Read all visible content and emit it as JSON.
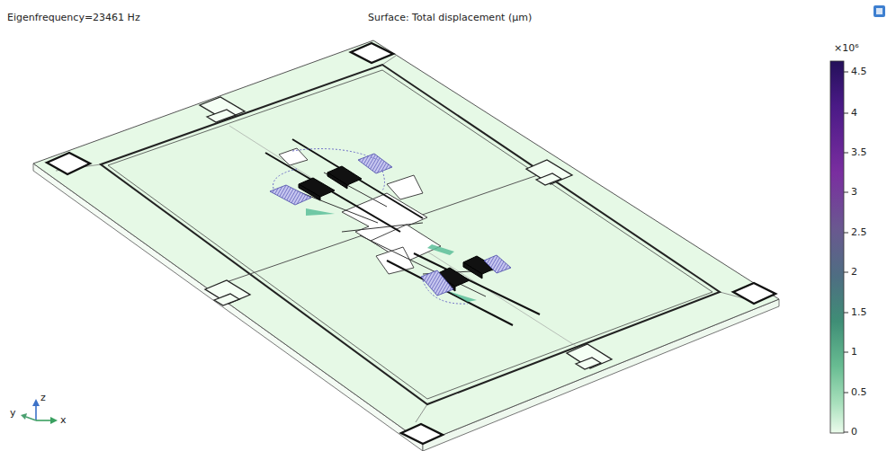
{
  "diagram": {
    "title": "Surface: Total displacement (µm)",
    "labels": [
      "Eigenfrequency=23461 Hz",
      "×10⁶",
      "4.5",
      "4",
      "3.5",
      "3",
      "2.5",
      "2",
      "1.5",
      "1",
      "0.5",
      "0",
      "z",
      "y",
      "x"
    ]
  }
}
